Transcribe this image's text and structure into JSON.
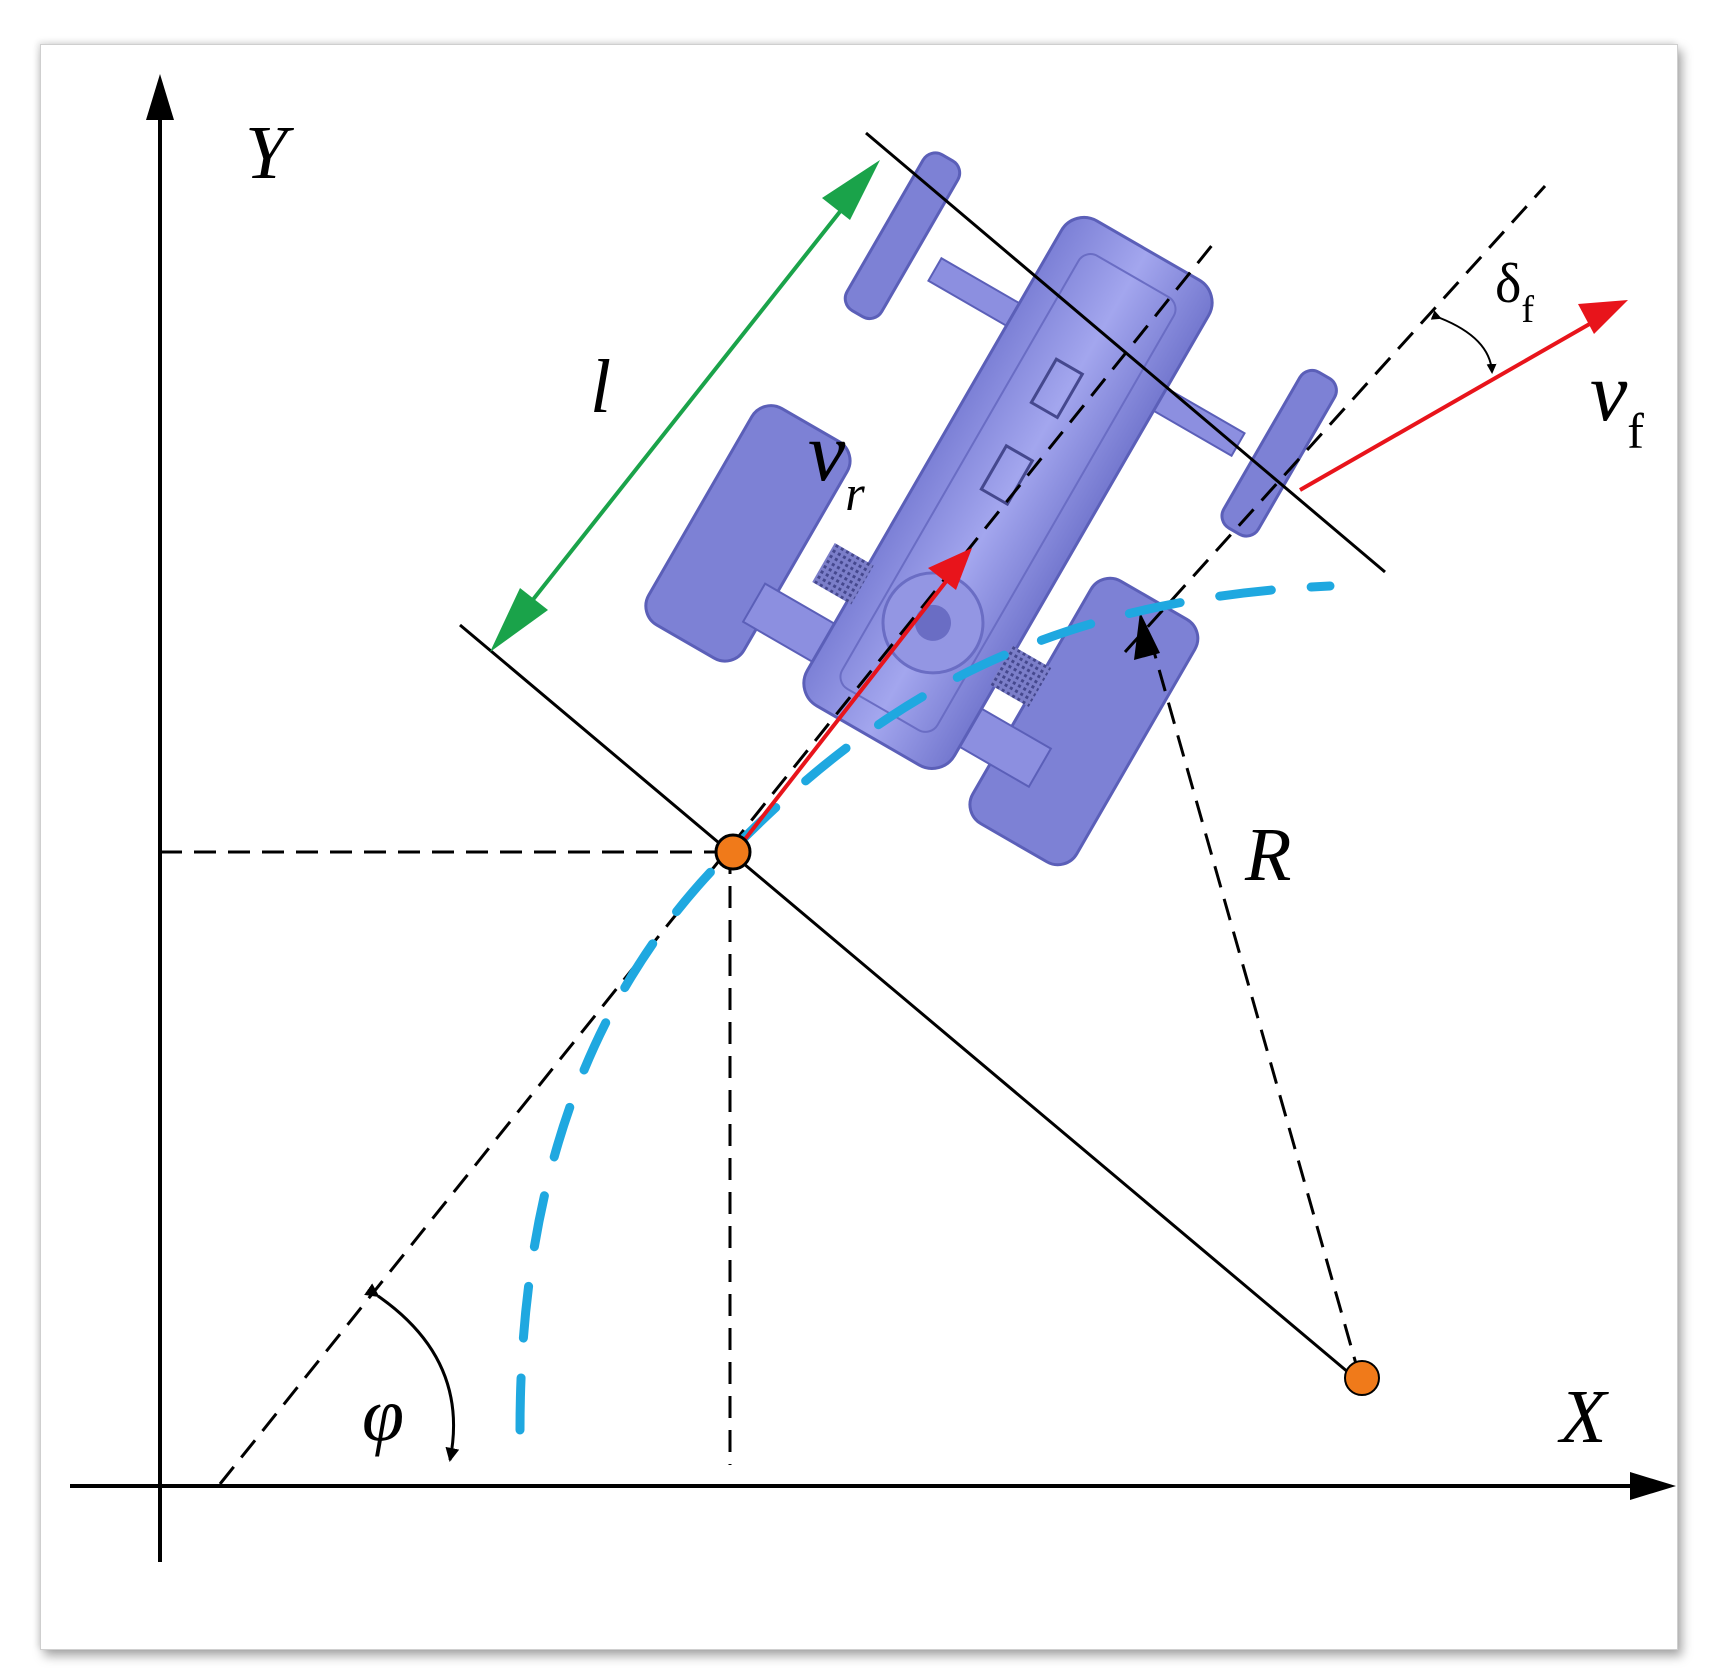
{
  "labels": {
    "y_axis": "Y",
    "x_axis": "X",
    "wheelbase": "l",
    "rear_velocity_main": "v",
    "rear_velocity_sub": "r",
    "front_velocity_main": "v",
    "front_velocity_sub": "f",
    "steering_angle_main": "δ",
    "steering_angle_sub": "f",
    "turn_radius": "R",
    "heading_angle": "φ"
  },
  "colors": {
    "axis": "#000000",
    "velocity_vector": "#e8141b",
    "wheelbase_arrow": "#1aa34a",
    "path": "#1fa8e0",
    "point": "#f07a1a",
    "vehicle_body": "#8c8fe0",
    "vehicle_dark": "#5b5fb8"
  },
  "icons": {
    "vehicle": "robot-vehicle-top-view",
    "rear_axle_point": "orange-dot",
    "turn_center_point": "orange-dot"
  }
}
